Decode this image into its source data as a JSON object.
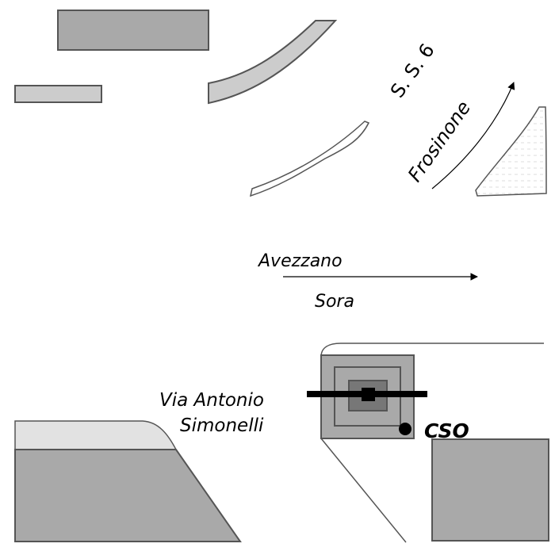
{
  "labels": {
    "road_number": "S. S. 6",
    "direction_ne": "Frosinone",
    "direction_east_top": "Avezzano",
    "direction_east_bottom": "Sora",
    "street_line1": "Via Antonio",
    "street_line2": "Simonelli",
    "site": "CSO"
  },
  "colors": {
    "block_dark": "#a9a9a9",
    "block_light": "#cccccc",
    "block_very_light": "#e2e2e2",
    "outline": "#555555",
    "ink": "#000000",
    "cso_inner": "#777777"
  },
  "icons": {
    "site_marker": "filled-circle",
    "station_marker": "filled-square",
    "direction_arrows": "arrow"
  }
}
